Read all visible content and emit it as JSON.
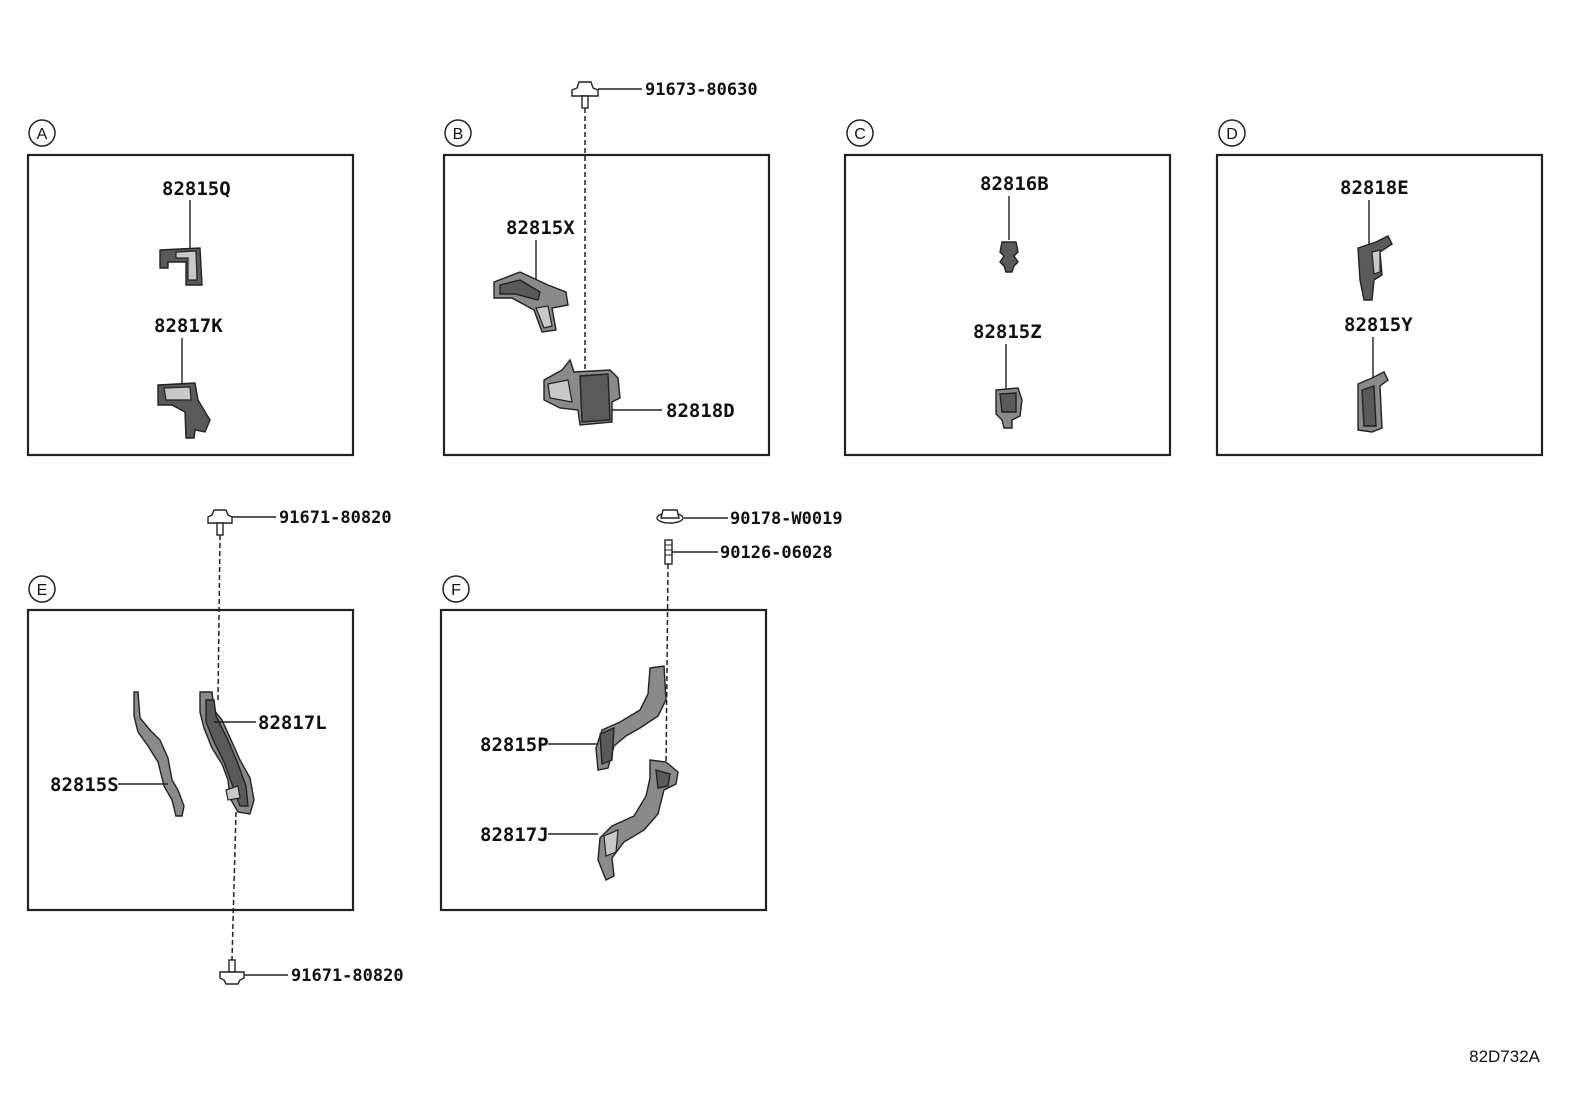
{
  "sections": {
    "A": {
      "letter": "A",
      "parts": [
        "82815Q",
        "82817K"
      ]
    },
    "B": {
      "letter": "B",
      "parts": [
        "82815X",
        "82818D"
      ]
    },
    "C": {
      "letter": "C",
      "parts": [
        "82816B",
        "82815Z"
      ]
    },
    "D": {
      "letter": "D",
      "parts": [
        "82818E",
        "82815Y"
      ]
    },
    "E": {
      "letter": "E",
      "parts": [
        "82817L",
        "82815S"
      ]
    },
    "F": {
      "letter": "F",
      "parts": [
        "82815P",
        "82817J"
      ]
    }
  },
  "hardware": {
    "b_bolt": "91673-80630",
    "e_bolt_top": "91671-80820",
    "e_bolt_bottom": "91671-80820",
    "f_nut": "90178-W0019",
    "f_stud": "90126-06028"
  },
  "diagram_ref": "82D732A"
}
